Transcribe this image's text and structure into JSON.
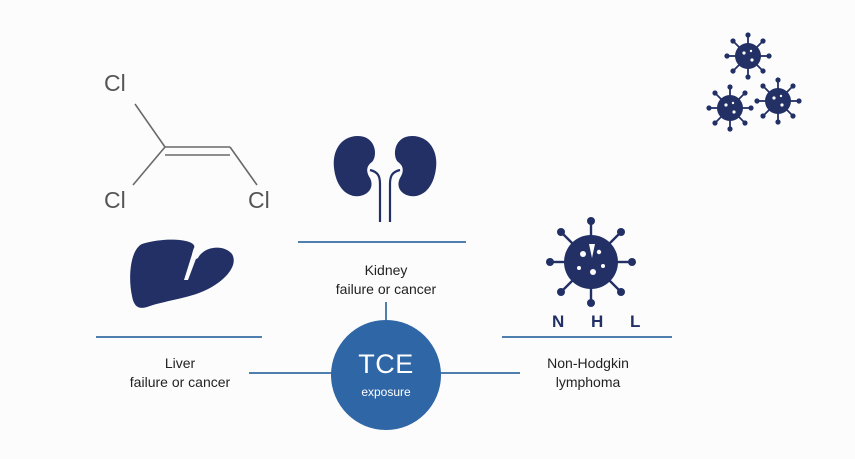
{
  "molecule": {
    "atom_top_left": "Cl",
    "atom_bottom_left": "Cl",
    "atom_bottom_right": "Cl"
  },
  "kidney": {
    "line1": "Kidney",
    "line2": "failure or cancer"
  },
  "liver": {
    "line1": "Liver",
    "line2": "failure or cancer"
  },
  "nhl": {
    "abbr": "N H L",
    "line1": "Non-Hodgkin",
    "line2": "lymphoma"
  },
  "center": {
    "title": "TCE",
    "subtitle": "exposure"
  },
  "colors": {
    "organ_navy": "#223066",
    "line_blue": "#4f7fae",
    "circle_blue": "#2f66a6"
  },
  "icons": [
    "kidneys-icon",
    "liver-icon",
    "virus-icon",
    "virus-cluster-icon",
    "trichloroethylene-structure"
  ]
}
